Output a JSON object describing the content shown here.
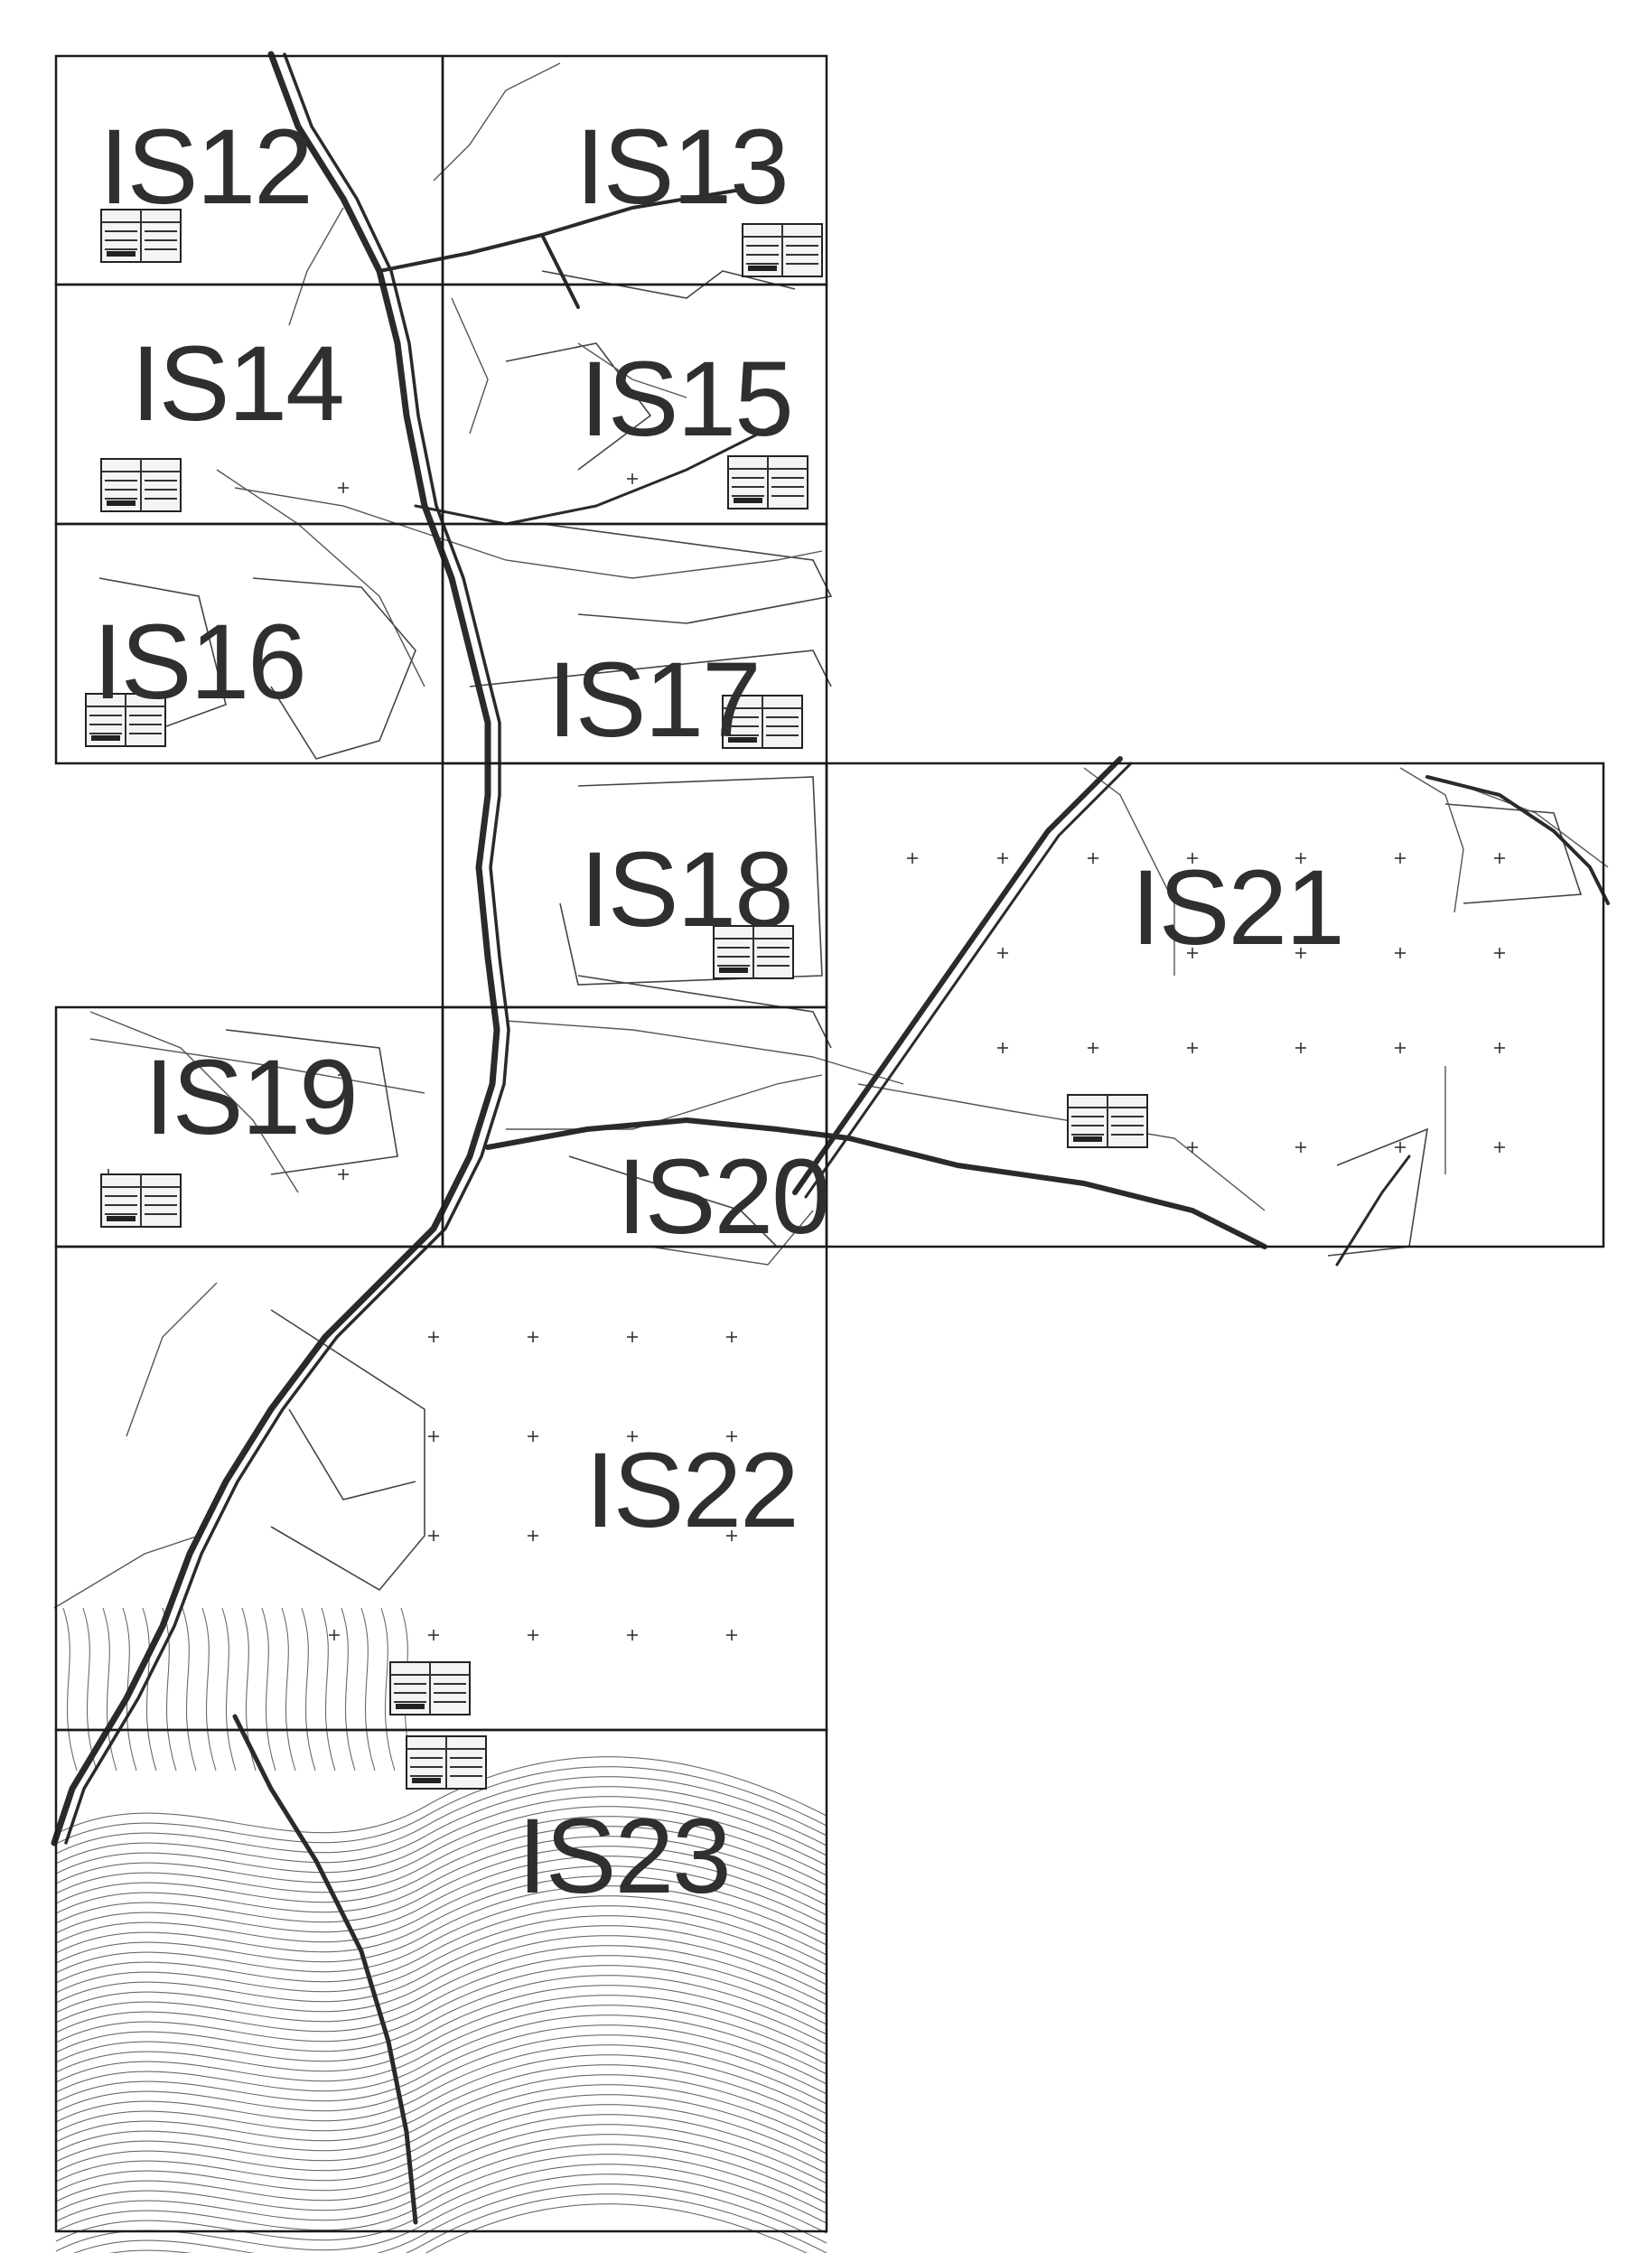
{
  "sheets": [
    {
      "id": "IS12",
      "label": "IS12"
    },
    {
      "id": "IS13",
      "label": "IS13"
    },
    {
      "id": "IS14",
      "label": "IS14"
    },
    {
      "id": "IS15",
      "label": "IS15"
    },
    {
      "id": "IS16",
      "label": "IS16"
    },
    {
      "id": "IS17",
      "label": "IS17"
    },
    {
      "id": "IS18",
      "label": "IS18"
    },
    {
      "id": "IS19",
      "label": "IS19"
    },
    {
      "id": "IS20",
      "label": "IS20"
    },
    {
      "id": "IS21",
      "label": "IS21"
    },
    {
      "id": "IS22",
      "label": "IS22"
    },
    {
      "id": "IS23",
      "label": "IS23"
    }
  ],
  "colors": {
    "frame": "#1a1a1a",
    "label": "#2f2f2f",
    "linework": "#2a2a2a",
    "background": "#ffffff"
  }
}
